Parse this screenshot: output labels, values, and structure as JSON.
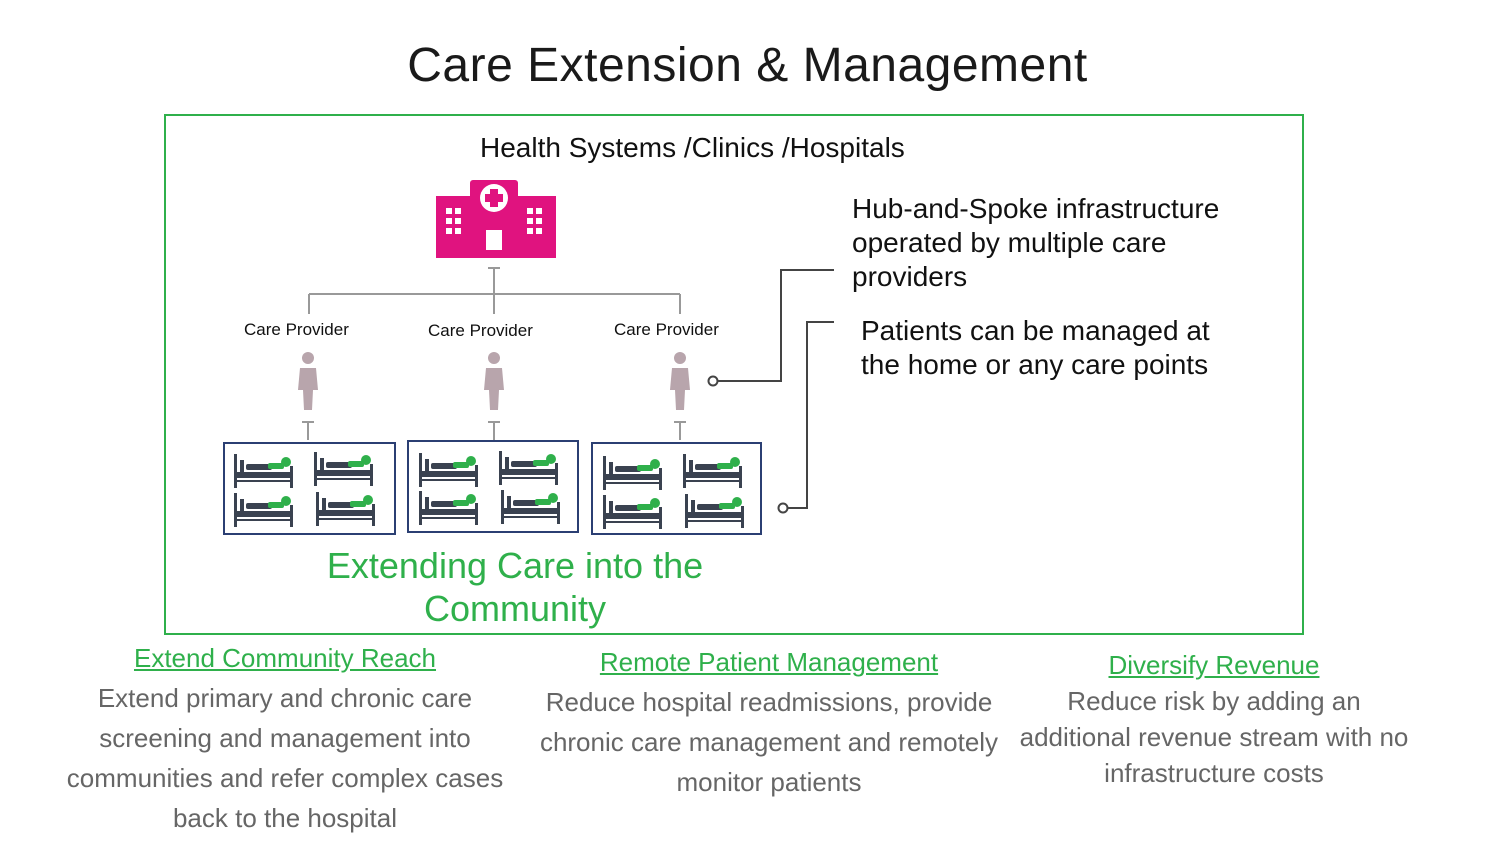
{
  "title": "Care Extension & Management",
  "diagram": {
    "hub_label": "Health Systems /Clinics /Hospitals",
    "providers": [
      {
        "label": "Care Provider"
      },
      {
        "label": "Care Provider"
      },
      {
        "label": "Care Provider"
      }
    ],
    "note_hub": "Hub-and-Spoke infrastructure operated by multiple care providers",
    "note_patients": "Patients can be managed at the home or any care points",
    "community_label": "Extending Care into the Community",
    "icons": [
      "hospital-icon",
      "person-icon",
      "bed-patient-icon"
    ],
    "colors": {
      "accent_green": "#2fb04b",
      "hospital_magenta": "#e0137f",
      "ward_border": "#2b3f73",
      "connector_gray": "#999999"
    }
  },
  "benefits": [
    {
      "heading": "Extend Community Reach",
      "body": "Extend primary and chronic care screening and management into communities and refer complex cases back to the hospital"
    },
    {
      "heading": "Remote Patient Management",
      "body": "Reduce hospital readmissions, provide chronic care management and remotely monitor patients"
    },
    {
      "heading": "Diversify Revenue",
      "body": "Reduce risk by adding an additional revenue stream with no infrastructure costs"
    }
  ]
}
